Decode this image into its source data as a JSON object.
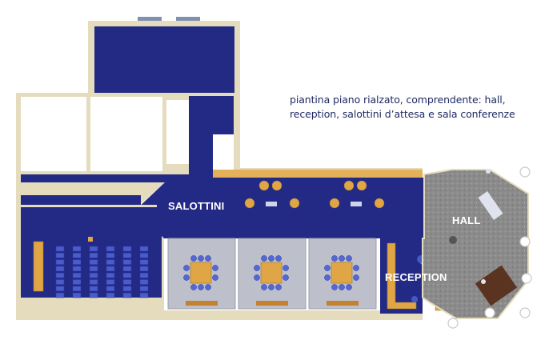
{
  "description": {
    "line1": "piantina piano rialzato, comprendente: hall,",
    "line2": "reception, salottini d’attesa e sala conferenze"
  },
  "rooms": {
    "salottini": "SALOTTINI",
    "hall": "HALL",
    "reception": "RECEPTION"
  },
  "colors": {
    "floor_blue": "#232a86",
    "wall": "#e4dcbc",
    "hall_floor": "#8d8d8d",
    "meeting_room": "#bdbfcb",
    "table_wood": "#e0a646",
    "chair_blue": "#4558c8",
    "caption_text": "#1f2a63"
  }
}
